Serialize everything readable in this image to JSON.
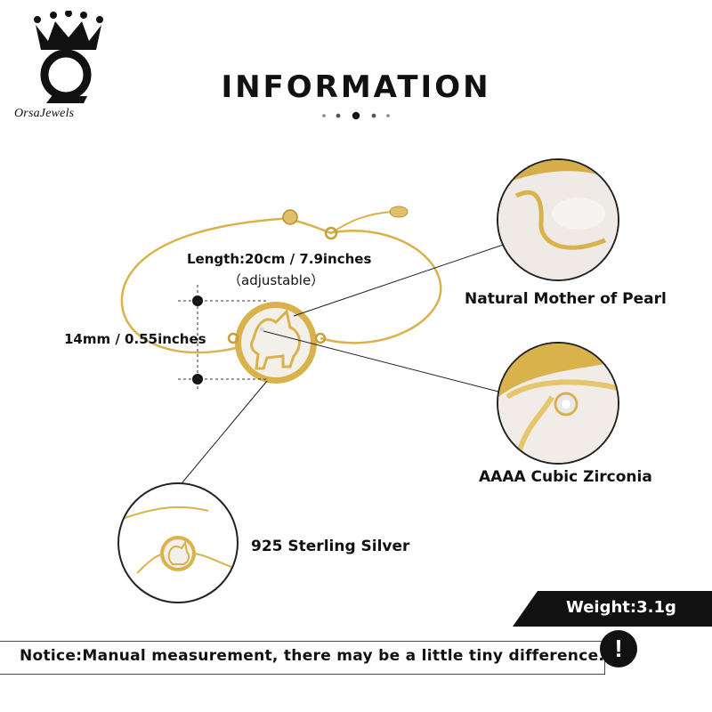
{
  "brand": {
    "name": "OrsaJewels",
    "logo_icon": "crown-oj-logo-icon"
  },
  "header": {
    "title": "INFORMATION"
  },
  "dimensions": {
    "length_label": "Length:20cm / 7.9inches",
    "length_note": "（adjustable）",
    "diameter_label": "14mm / 0.55inches"
  },
  "features": {
    "pearl_label": "Natural Mother of Pearl",
    "zirconia_label": "AAAA Cubic Zirconia",
    "silver_label": "925 Sterling Silver"
  },
  "weight": {
    "label": "Weight:3.1g"
  },
  "notice": {
    "text": "Notice:Manual measurement, there may be a little tiny difference.",
    "icon": "exclamation-icon"
  },
  "colors": {
    "gold": "#d9b24c",
    "pearl": "#f3efe9",
    "black": "#111111"
  }
}
